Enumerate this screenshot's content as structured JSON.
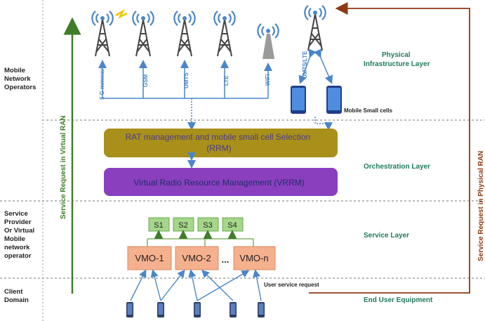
{
  "left_labels": {
    "mobile_network_operators": [
      "Mobile",
      "Network",
      "Operators"
    ],
    "service_provider": [
      "Service",
      "Provider",
      "Or Virtual",
      "Mobile",
      "network",
      "operator"
    ],
    "client_domain": [
      "Client",
      "Domain"
    ]
  },
  "layer_labels": {
    "physical": [
      "Physical",
      "Infrastructure Layer"
    ],
    "orchestration": "Orchestration Layer",
    "service": "Service  Layer",
    "end_user": "End User Equipment"
  },
  "side_labels": {
    "virtual": "Service Request in Virtual RAN",
    "physical": "Service Request in Physical RAN"
  },
  "antennas": [
    "5 G mmwave",
    "GSM",
    "UMTS",
    "LTE",
    "WiFi",
    "UMTS/LTE"
  ],
  "mobile_small_cells": "Mobile Small cells",
  "rrm_box": [
    "RAT management  and mobile small cell Selection",
    "(RRM)"
  ],
  "vrrm_box": "Virtual Radio Resource Management (VRRM)",
  "services": [
    "S1",
    "S2",
    "S3",
    "S4"
  ],
  "vmos": [
    "VMO-1",
    "VMO-2",
    "VMO-n"
  ],
  "vmo_ellipsis": "...",
  "user_request": "User service request",
  "colors": {
    "rrm": "#a8901a",
    "vrrm": "#8a3fbf",
    "service_box": "#a5d68a",
    "vmo_box": "#f5b08e",
    "blue": "#4a86c8",
    "green_arrow": "#3f7d2a",
    "brown_arrow": "#8b3a12"
  }
}
